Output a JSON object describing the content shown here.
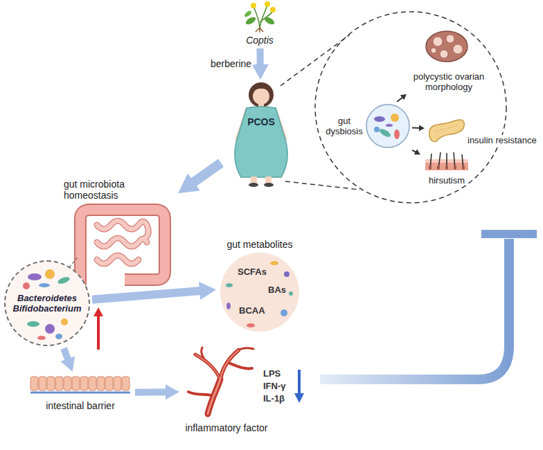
{
  "diagram": {
    "nodes": [
      {
        "text": [
          "Coptis"
        ]
      },
      {
        "text": [
          "PCOS"
        ]
      },
      {
        "text": [
          "gut dysbiosis"
        ]
      },
      {
        "text": [
          "polycystic ovarian morphology"
        ]
      },
      {
        "text": [
          "insulin resistance"
        ]
      },
      {
        "text": [
          "hirsutism"
        ]
      },
      {
        "text": [
          "gut microbiota homeostasis"
        ]
      },
      {
        "text": [
          "Bacteroidetes",
          "Bifidobacterium"
        ]
      },
      {
        "text": [
          "gut metabolites",
          "SCFAs",
          "BAs",
          "BCAA"
        ]
      },
      {
        "text": [
          "intestinal barrier"
        ]
      },
      {
        "text": [
          "inflammatory factor",
          "LPS",
          "IFN-γ",
          "IL-1β"
        ]
      }
    ],
    "edges": [
      {
        "from": 0,
        "to": 1,
        "label": "berberine",
        "arrow": "to"
      },
      {
        "from": 1,
        "to": 6,
        "arrow": "to"
      },
      {
        "from": 2,
        "to": 3,
        "arrow": "to"
      },
      {
        "from": 2,
        "to": 4,
        "arrow": "to"
      },
      {
        "from": 2,
        "to": 5,
        "arrow": "to"
      },
      {
        "from": 7,
        "to": 8,
        "arrow": "to"
      },
      {
        "from": 7,
        "to": 9,
        "arrow": "to"
      },
      {
        "from": 9,
        "to": 10,
        "arrow": "to"
      }
    ]
  }
}
